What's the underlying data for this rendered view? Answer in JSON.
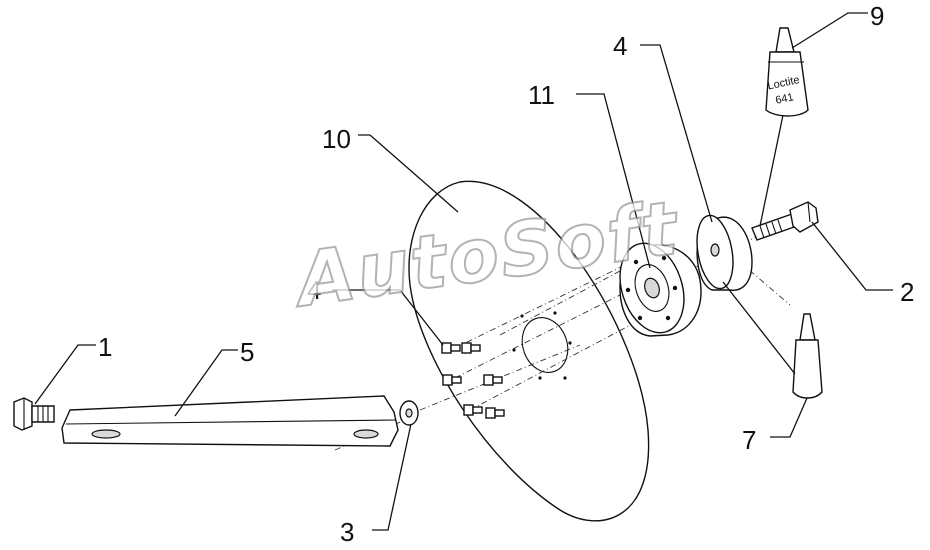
{
  "watermark": "AutoSoft",
  "callouts": {
    "c1": "1",
    "c2": "2",
    "c3": "3",
    "c4a": "4",
    "c4b": "4",
    "c5": "5",
    "c7": "7",
    "c9": "9",
    "c10": "10",
    "c11": "11"
  },
  "tube": {
    "brand": "Loctite",
    "code": "641"
  }
}
